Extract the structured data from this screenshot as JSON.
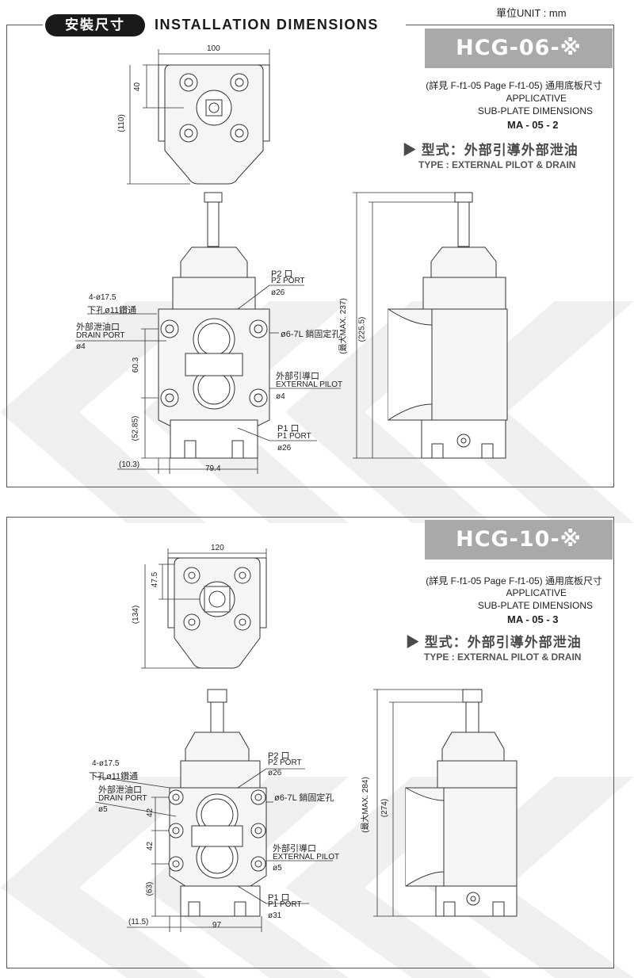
{
  "header": {
    "badge": "安裝尺寸",
    "title": "INSTALLATION DIMENSIONS",
    "unit": "單位UNIT : mm"
  },
  "panels": [
    {
      "model": "HCG-06-※",
      "ref": "(詳見 F-f1-05  Page F-f1-05) 通用底板尺寸",
      "applicative": "APPLICATIVE",
      "subplate": "SUB-PLATE DIMENSIONS",
      "ma": "MA - 05 - 2",
      "type_cn": "▶ 型式：外部引導外部泄油",
      "type_en": "TYPE : EXTERNAL PILOT & DRAIN",
      "dims": {
        "top_width": "100",
        "top_h1": "40",
        "top_h2": "(110)",
        "bolt": "4-ø17.5",
        "bolt_cn": "下孔ø11鑽通",
        "drain_cn": "外部泄油口",
        "drain_en": "DRAIN PORT",
        "drain_d": "ø4",
        "p2": "P2 口",
        "p2_en": "P2 PORT",
        "p2_d": "ø26",
        "pin": "ø6-7L 銷固定孔",
        "pilot_cn": "外部引導口",
        "pilot_en": "EXTERNAL PILOT",
        "pilot_d": "ø4",
        "p1": "P1 口",
        "p1_en": "P1 PORT",
        "p1_d": "ø26",
        "v1": "60.3",
        "v2": "(52.85)",
        "h1": "(10.3)",
        "h2": "79.4",
        "max": "(最大MAX. 237)",
        "overall": "(225.5)"
      }
    },
    {
      "model": "HCG-10-※",
      "ref": "(詳見 F-f1-05  Page F-f1-05) 通用底板尺寸",
      "applicative": "APPLICATIVE",
      "subplate": "SUB-PLATE DIMENSIONS",
      "ma": "MA - 05 - 3",
      "type_cn": "▶ 型式：外部引導外部泄油",
      "type_en": "TYPE : EXTERNAL PILOT & DRAIN",
      "dims": {
        "top_width": "120",
        "top_h1": "47.5",
        "top_h2": "(134)",
        "bolt": "4-ø17.5",
        "bolt_cn": "下孔ø11鑽通",
        "drain_cn": "外部泄油口",
        "drain_en": "DRAIN PORT",
        "drain_d": "ø5",
        "p2": "P2 口",
        "p2_en": "P2 PORT",
        "p2_d": "ø26",
        "pin": "ø6-7L 銷固定孔",
        "pilot_cn": "外部引導口",
        "pilot_en": "EXTERNAL PILOT",
        "pilot_d": "ø5",
        "p1": "P1 口",
        "p1_en": "P1 PORT",
        "p1_d": "ø31",
        "v1": "42",
        "v1b": "42",
        "v2": "(63)",
        "h1": "(11.5)",
        "h2": "97",
        "max": "(最大MAX. 284)",
        "overall": "(274)"
      }
    }
  ]
}
